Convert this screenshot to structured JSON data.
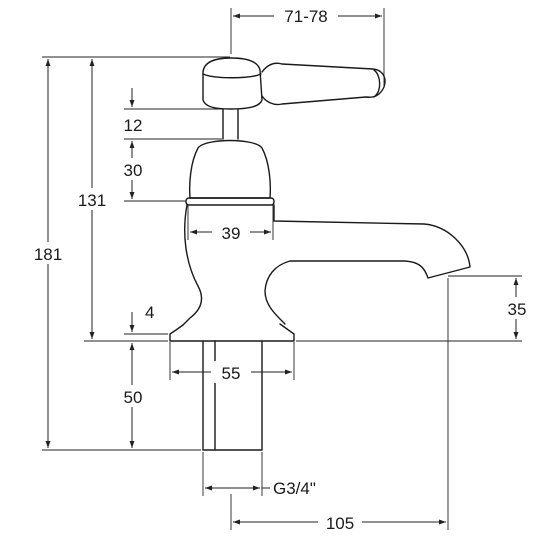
{
  "drawing": {
    "type": "technical-drawing",
    "subject": "basin pillar tap with lever handle",
    "line_color": "#1a1a1a",
    "background": "#ffffff"
  },
  "dimensions": {
    "handle_span": "71-78",
    "overall_height": "181",
    "height_to_top": "131",
    "headwork": "12",
    "body_height": "30",
    "body_width": "39",
    "spout_height": "35",
    "base_thickness": "4",
    "base_width": "55",
    "shank_length": "50",
    "thread": "G3/4\"",
    "spout_reach": "105"
  }
}
